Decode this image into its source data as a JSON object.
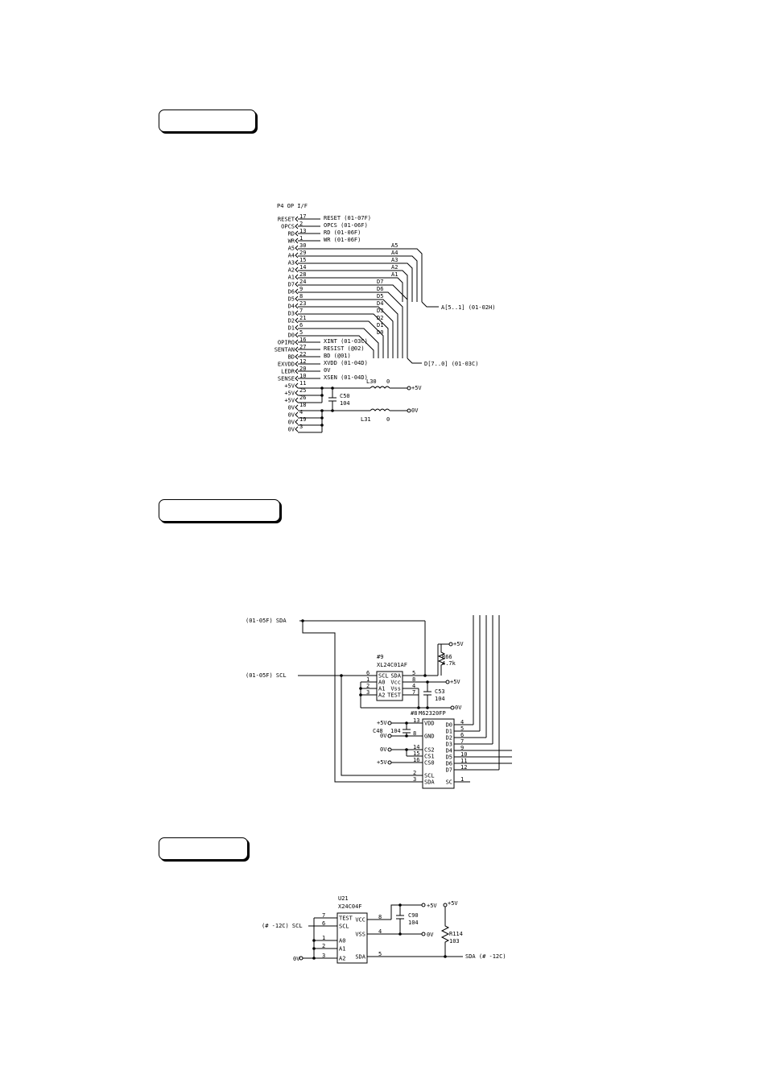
{
  "op_if": {
    "title": "P4 OP I/F",
    "pins": [
      {
        "label": "RESET",
        "pin": "17",
        "net": "RESET (01-07F)"
      },
      {
        "label": "OPCS",
        "pin": "2",
        "net": "OPCS (01-06F)"
      },
      {
        "label": "RD",
        "pin": "13",
        "net": "RD (01-06F)"
      },
      {
        "label": "WR",
        "pin": "1",
        "net": "WR (01-06F)"
      },
      {
        "label": "A5",
        "pin": "30",
        "net": "A5"
      },
      {
        "label": "A4",
        "pin": "29",
        "net": "A4"
      },
      {
        "label": "A3",
        "pin": "15",
        "net": "A3"
      },
      {
        "label": "A2",
        "pin": "14",
        "net": "A2"
      },
      {
        "label": "A1",
        "pin": "28",
        "net": "A1"
      },
      {
        "label": "D7",
        "pin": "24",
        "net": "D7"
      },
      {
        "label": "D6",
        "pin": "9",
        "net": "D6"
      },
      {
        "label": "D5",
        "pin": "8",
        "net": "D5"
      },
      {
        "label": "D4",
        "pin": "23",
        "net": "D4"
      },
      {
        "label": "D3",
        "pin": "7",
        "net": "D3"
      },
      {
        "label": "D2",
        "pin": "21",
        "net": "D2"
      },
      {
        "label": "D1",
        "pin": "6",
        "net": "D1"
      },
      {
        "label": "D0",
        "pin": "5",
        "net": "D0"
      },
      {
        "label": "OPIRQ",
        "pin": "16",
        "net": "XINT (01-03C)"
      },
      {
        "label": "SENTAN",
        "pin": "27",
        "net": "RESIST (@02)"
      },
      {
        "label": "BD",
        "pin": "22",
        "net": "BD (@01)"
      },
      {
        "label": "EXVDD",
        "pin": "12",
        "net": "XVDD (01-04D)"
      },
      {
        "label": "LEDR",
        "pin": "20",
        "net": "0V"
      },
      {
        "label": "SENSE",
        "pin": "10",
        "net": "XSEN (01-04D)"
      },
      {
        "label": "+5V",
        "pin": "11",
        "net": ""
      },
      {
        "label": "+5V",
        "pin": "25",
        "net": ""
      },
      {
        "label": "+5V",
        "pin": "26",
        "net": ""
      },
      {
        "label": "0V",
        "pin": "18",
        "net": ""
      },
      {
        "label": "0V",
        "pin": "4",
        "net": ""
      },
      {
        "label": "0V",
        "pin": "19",
        "net": ""
      },
      {
        "label": "0V",
        "pin": "3",
        "net": ""
      }
    ],
    "abus": "A[5..1] (01-02H)",
    "dbus": "D[7..0] (01-03C)",
    "l30": "L30",
    "l30_val": "0",
    "l31": "L31",
    "l31_val": "0",
    "c50": "C50",
    "c50_val": "104",
    "p5v": "+5V",
    "p0v": "0V"
  },
  "eeprom1": {
    "sda_in": "(01-05F) SDA",
    "scl_in": "(01-05F) SCL",
    "ic_ref": "#9",
    "ic_part": "XL24C01AF",
    "ic_pins_left": [
      "SCL",
      "A0",
      "A1",
      "A2"
    ],
    "ic_pins_right": [
      "SDA",
      "Vcc",
      "Vss",
      "TEST"
    ],
    "pin_nums_left": [
      "6",
      "1",
      "2",
      "3"
    ],
    "pin_nums_right": [
      "5",
      "8",
      "4",
      "7"
    ],
    "r66": "R66",
    "r66_val": "4.7k",
    "c53": "C53",
    "c53_val": "104",
    "p5v": "+5V",
    "p0v": "0V",
    "ic2_ref": "#8",
    "ic2_part": "M62320FP",
    "ic2_left": [
      "VDD",
      "GND",
      "CS2",
      "CS1",
      "CS0",
      "SCL",
      "SDA"
    ],
    "ic2_left_nums": [
      "13",
      "8",
      "14",
      "15",
      "16",
      "2",
      "3"
    ],
    "ic2_right": [
      "D0",
      "D1",
      "D2",
      "D3",
      "D4",
      "D5",
      "D6",
      "D7",
      "SC"
    ],
    "ic2_right_nums": [
      "4",
      "5",
      "6",
      "7",
      "9",
      "10",
      "11",
      "12",
      "1"
    ],
    "c48": "C48",
    "c48_val": "104"
  },
  "eeprom2": {
    "ic_ref": "U21",
    "ic_part": "X24C04F",
    "scl_in": "(# -12C) SCL",
    "sda_out": "SDA (# -12C)",
    "pins_left": [
      "TEST",
      "SCL",
      "A0",
      "A1",
      "A2"
    ],
    "pins_left_nums": [
      "7",
      "6",
      "1",
      "2",
      "3"
    ],
    "pins_right": [
      "VCC",
      "VSS",
      "SDA"
    ],
    "pins_right_nums": [
      "8",
      "4",
      "5"
    ],
    "c90": "C90",
    "c90_val": "104",
    "r114": "R114",
    "r114_val": "103",
    "p5v": "+5V",
    "p0v": "0V"
  }
}
